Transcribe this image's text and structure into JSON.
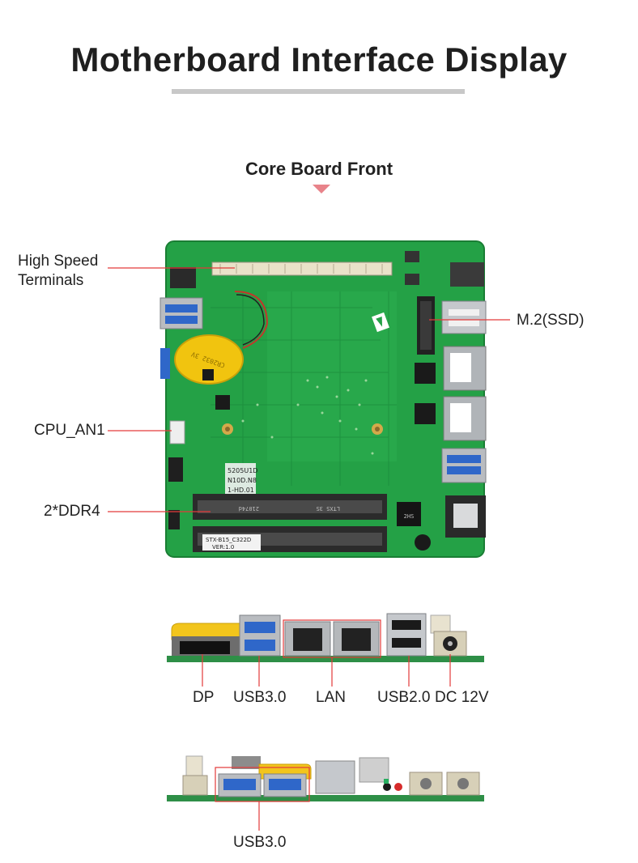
{
  "page": {
    "title": "Motherboard Interface Display",
    "subtitle": "Core Board Front"
  },
  "front_labels": {
    "high_speed": [
      "High Speed",
      "Terminals"
    ],
    "cpu_fan": "CPU_AN1",
    "ddr": "2*DDR4",
    "m2": "M.2(SSD)"
  },
  "rear_labels": {
    "dp": "DP",
    "usb30": "USB3.0",
    "lan": "LAN",
    "usb20": "USB2.0",
    "dc": "DC 12V"
  },
  "side_labels": {
    "usb30": "USB3.0"
  },
  "board_silkscreen": {
    "model_a": "5205U1D",
    "model_b": "N10D.N8",
    "model_c": "1-HD.01",
    "sticker": "STX-B15_C322D",
    "version": "VER:1.0",
    "ram_a": "21074d",
    "ram_b": "LTXS 3S",
    "battery": "CR2032 3V"
  },
  "colors": {
    "pcb": "#24a146",
    "pcb_dark": "#1a7e34",
    "pointer": "#e33a3a",
    "usb_blue": "#2f67c9",
    "accent": "#e8838a"
  }
}
